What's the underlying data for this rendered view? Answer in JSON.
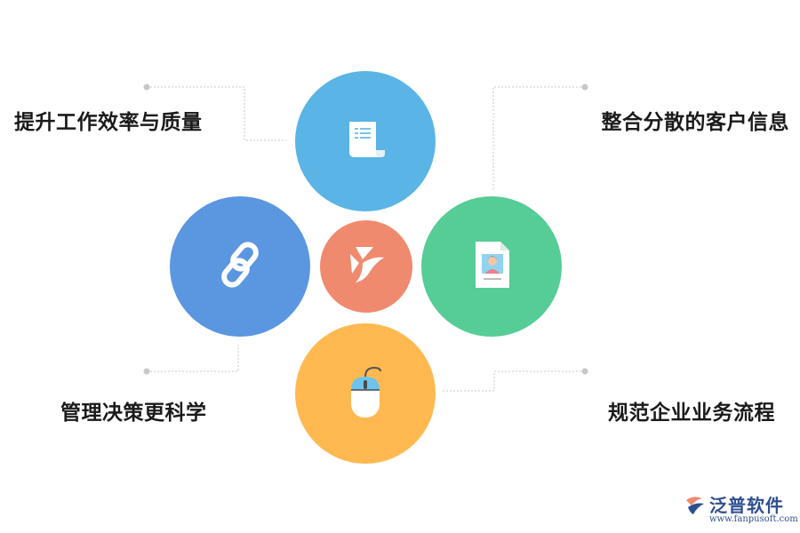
{
  "labels": {
    "top_left": "提升工作效率与质量",
    "top_right": "整合分散的客户信息",
    "bottom_left": "管理决策更科学",
    "bottom_right": "规范企业业务流程"
  },
  "circles": {
    "top": {
      "color": "#5ab4e5",
      "icon": "document-scroll-icon"
    },
    "left": {
      "color": "#5b96e0",
      "icon": "link-chain-icon"
    },
    "right": {
      "color": "#56cc96",
      "icon": "profile-card-icon"
    },
    "bottom": {
      "color": "#ffb950",
      "icon": "mouse-icon"
    },
    "center": {
      "color": "#f08a6e",
      "icon": "brand-logo-icon"
    }
  },
  "brand": {
    "name": "泛普软件",
    "url": "www.fanpusoft.com"
  }
}
